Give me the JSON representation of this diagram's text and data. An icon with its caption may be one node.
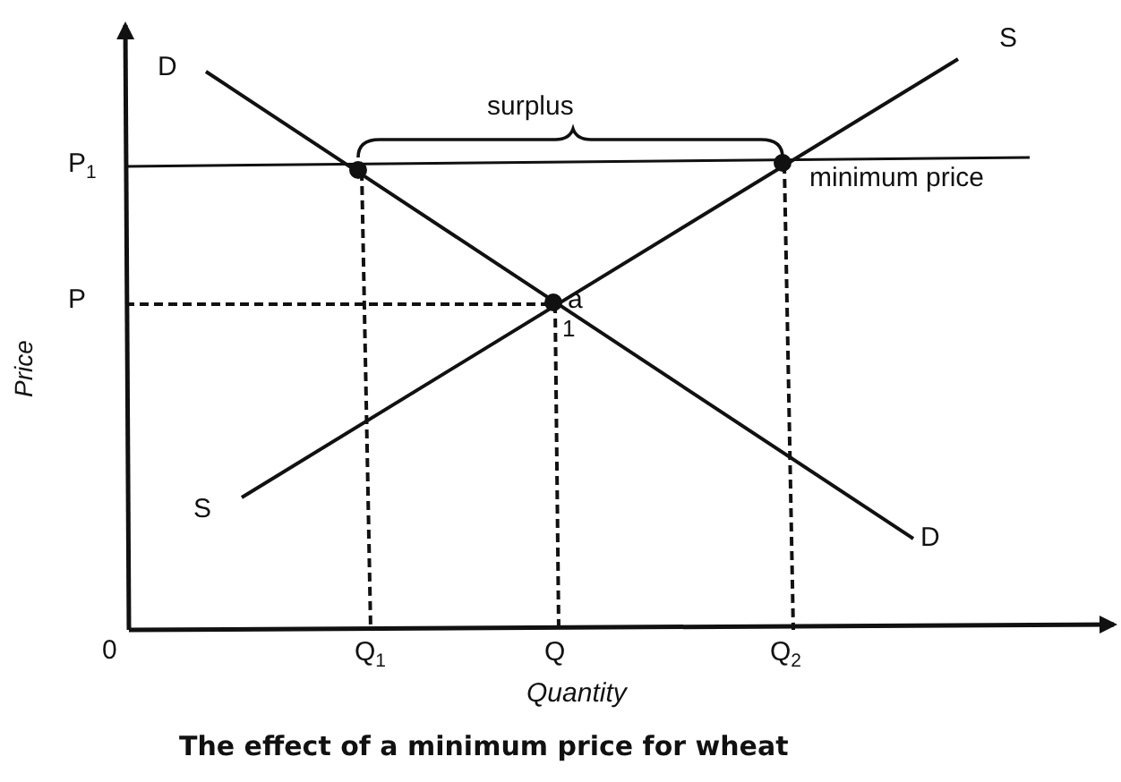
{
  "diagram": {
    "caption": "The effect of a minimum price for wheat",
    "labels": [
      "D",
      "S",
      "surplus",
      "P$_{1}$",
      "minimum price",
      "P",
      "a",
      "1",
      "Price",
      "S",
      "D",
      "0",
      "Q$_{1}$",
      "Q",
      "Q$_{2}$",
      "Quantity"
    ]
  }
}
